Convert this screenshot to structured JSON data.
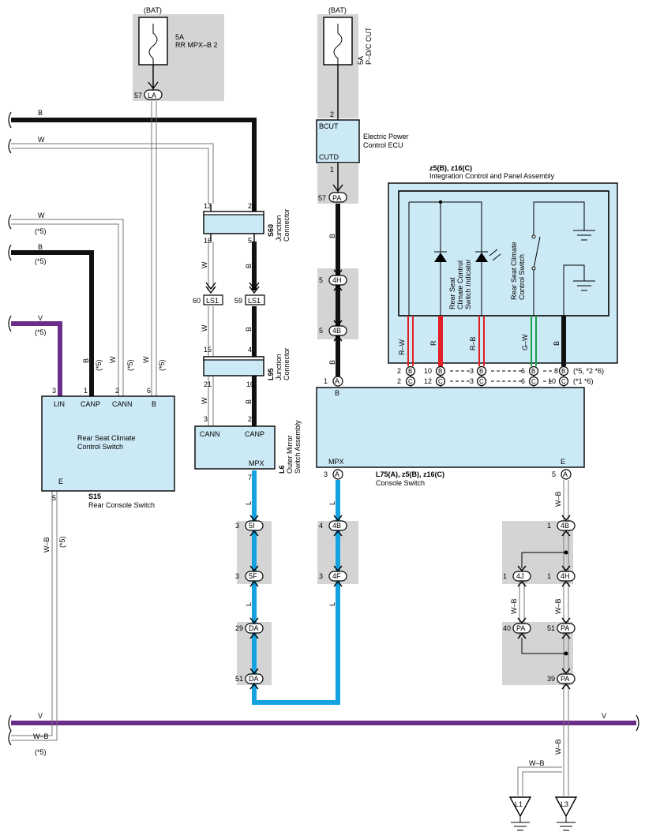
{
  "colors": {
    "black": "#111111",
    "purple": "#6a2d8a",
    "blue": "#14a3e0",
    "red": "#e21f26",
    "green": "#17a04a",
    "component": "#cce9f6",
    "shade": "#d4d4d4"
  },
  "battery": {
    "left": "(BAT)",
    "right": "(BAT)"
  },
  "fuse_left": {
    "amp": "5A",
    "name": "RR MPX–B 2"
  },
  "fuse_right": {
    "amp": "5A",
    "name": "P–D/C CUT"
  },
  "ecu": {
    "pin_top": "BCUT",
    "pin_bottom": "CUTD",
    "label_1": "Electric Power",
    "label_2": "Control ECU"
  },
  "integration": {
    "title": "z5(B), z16(C)",
    "name": "Integration Control and Panel Assembly",
    "indicator_label": [
      "Rear Seat",
      "Climate Control",
      "Switch Indicator"
    ],
    "switch_label": [
      "Rear Seat Climate",
      "Control Switch"
    ],
    "wire_labels": [
      "R–W",
      "R",
      "R–B",
      "G–W",
      "B"
    ],
    "row_b": [
      "2",
      "10",
      "3",
      "6",
      "8",
      "(*5, *2 *6)"
    ],
    "row_c": [
      "2",
      "12",
      "3",
      "6",
      "10",
      "(*1 *6)"
    ],
    "connector_b": "B",
    "connector_c": "C"
  },
  "rear_switch": {
    "pins": [
      "LIN",
      "CANP",
      "CANN",
      "B"
    ],
    "pin_numbers": [
      "3",
      "1",
      "2",
      "6"
    ],
    "pin_e": "E",
    "pin_e_num": "5",
    "name_1": "Rear Seat Climate",
    "name_2": "Control Switch",
    "code": "S15",
    "desc": "Rear Console Switch"
  },
  "mirror": {
    "pin_cann": "CANN",
    "pin_canp": "CANP",
    "pin_mpx": "MPX",
    "num_cann": "3",
    "num_canp": "2",
    "num_mpx": "7",
    "code": "L6",
    "desc_1": "Outer Mirror",
    "desc_2": "Switch Assembly"
  },
  "console": {
    "pin_b": "B",
    "pin_mpx": "MPX",
    "pin_e": "E",
    "num_b": "1",
    "num_mpx": "3",
    "num_e": "5",
    "conn": "A",
    "code": "L75(A), z5(B), z16(C)",
    "desc": "Console Switch"
  },
  "junction_s60": {
    "code": "S60",
    "desc_1": "Junction",
    "desc_2": "Connector",
    "pins": [
      "13",
      "2",
      "16",
      "5"
    ]
  },
  "junction_l95": {
    "code": "L95",
    "desc_1": "Junction",
    "desc_2": "Connector",
    "pins": [
      "15",
      "4",
      "21",
      "10"
    ]
  },
  "connectors": {
    "la": "LA",
    "la_num": "57",
    "pa": "PA",
    "pa_num": "57",
    "ls1": "LS1",
    "ls1_left": "60",
    "ls1_right": "59",
    "c4h": "4H",
    "c4h_num": "5",
    "c4b": "4B",
    "c4b_num": "5",
    "c5i": "5I",
    "c5i_num": "3",
    "c5f": "5F",
    "c5f_num": "3",
    "da": "DA",
    "da_top": "29",
    "da_bot": "51",
    "c4b2": "4B",
    "c4b2_num": "4",
    "c4f": "4F",
    "c4f_num": "3",
    "g4b": "4B",
    "g4b_num": "1",
    "g4j": "4J",
    "g4j_num": "1",
    "g4h": "4H",
    "g4h_num": "1",
    "gpa_l": "PA",
    "gpa_l_num": "40",
    "gpa_r": "PA",
    "gpa_r_num": "51",
    "gpa_b": "PA",
    "gpa_b_num": "39",
    "fuse_pin": "2",
    "ecu_pin": "1"
  },
  "wires": {
    "b": "B",
    "w": "W",
    "v": "V",
    "l": "L",
    "wb": "W–B",
    "star5": "(*5)"
  },
  "grounds": {
    "l1": "L1",
    "l3": "L3"
  }
}
